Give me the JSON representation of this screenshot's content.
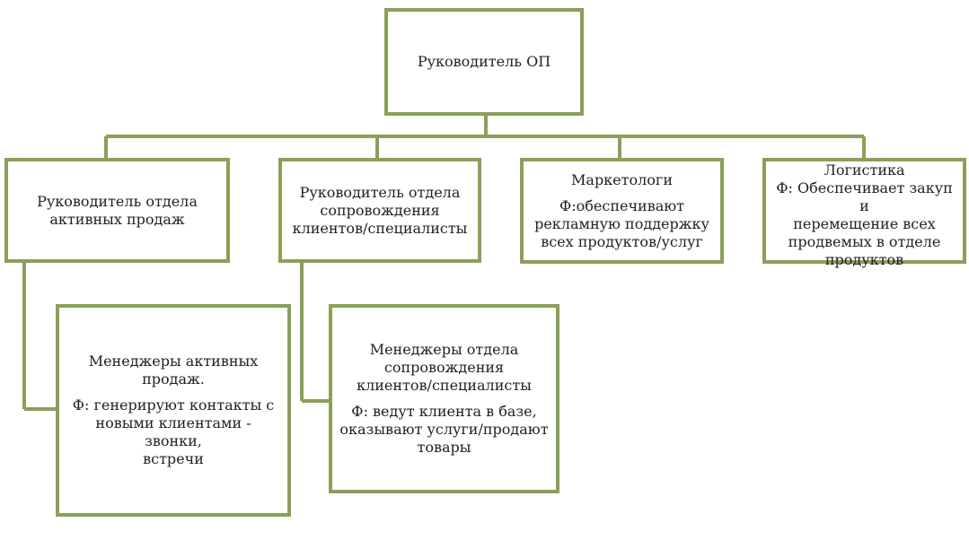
{
  "colors": {
    "border": "#8aa05a",
    "connector": "#8aa05a",
    "text": "#222222"
  },
  "nodes": {
    "head": {
      "lines": [
        "Руководитель ОП"
      ]
    },
    "active_sales": {
      "lines": [
        "Руководитель отдела",
        "активных продаж"
      ]
    },
    "client_support": {
      "lines": [
        "Руководитель отдела",
        "сопровождения",
        "клиентов/специалисты"
      ]
    },
    "marketing": {
      "title": "Маркетологи",
      "desc_lines": [
        "Ф:обеспечивают",
        "рекламную поддержку",
        "всех продуктов/услуг"
      ]
    },
    "logistics": {
      "title": "Логистика",
      "desc_lines": [
        "Ф: Обеспечивает закуп и",
        "перемещение всех",
        "продвемых в отделе",
        "продуктов"
      ]
    },
    "active_managers": {
      "title_lines": [
        "Менеджеры активных",
        "продаж."
      ],
      "desc_lines": [
        "Ф: генерируют контакты с",
        "новыми клиентами - звонки,",
        "встречи"
      ]
    },
    "support_managers": {
      "title_lines": [
        "Менеджеры отдела",
        "сопровождения",
        "клиентов/специалисты"
      ],
      "desc_lines": [
        "Ф: ведут клиента в базе,",
        "оказывают услуги/продают",
        "товары"
      ]
    }
  }
}
